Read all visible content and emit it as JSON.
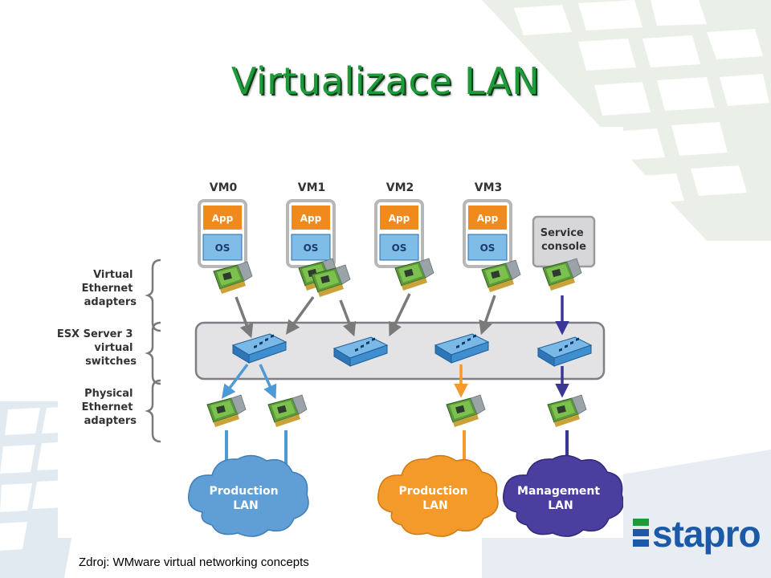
{
  "slide": {
    "title": "Virtualizace LAN",
    "source": "Zdroj: WMware virtual networking concepts",
    "logo_text": "stapro"
  },
  "diagram": {
    "vms": [
      {
        "label": "VM0",
        "app": "App",
        "os": "OS"
      },
      {
        "label": "VM1",
        "app": "App",
        "os": "OS"
      },
      {
        "label": "VM2",
        "app": "App",
        "os": "OS"
      },
      {
        "label": "VM3",
        "app": "App",
        "os": "OS"
      }
    ],
    "service_console": [
      "Service",
      "console"
    ],
    "side_labels": {
      "virtual_adapters": [
        "Virtual",
        "Ethernet",
        "adapters"
      ],
      "switches": [
        "ESX Server 3",
        "virtual",
        "switches"
      ],
      "physical_adapters": [
        "Physical",
        "Ethernet",
        "adapters"
      ]
    },
    "clouds": [
      {
        "line1": "Production",
        "line2": "LAN",
        "color": "#5f9fd6"
      },
      {
        "line1": "Production",
        "line2": "LAN",
        "color": "#f39a2b"
      },
      {
        "line1": "Management",
        "line2": "LAN",
        "color": "#4a3f9f"
      }
    ]
  },
  "colors": {
    "title": "#1e9a3a",
    "app": "#f08a1c",
    "os": "#7fbde8",
    "switch": "#3f8fd0",
    "blue_link": "#4d9bd6",
    "orange_link": "#f39a2b",
    "purple_link": "#3a3696",
    "logo": "#1a5aa8"
  }
}
